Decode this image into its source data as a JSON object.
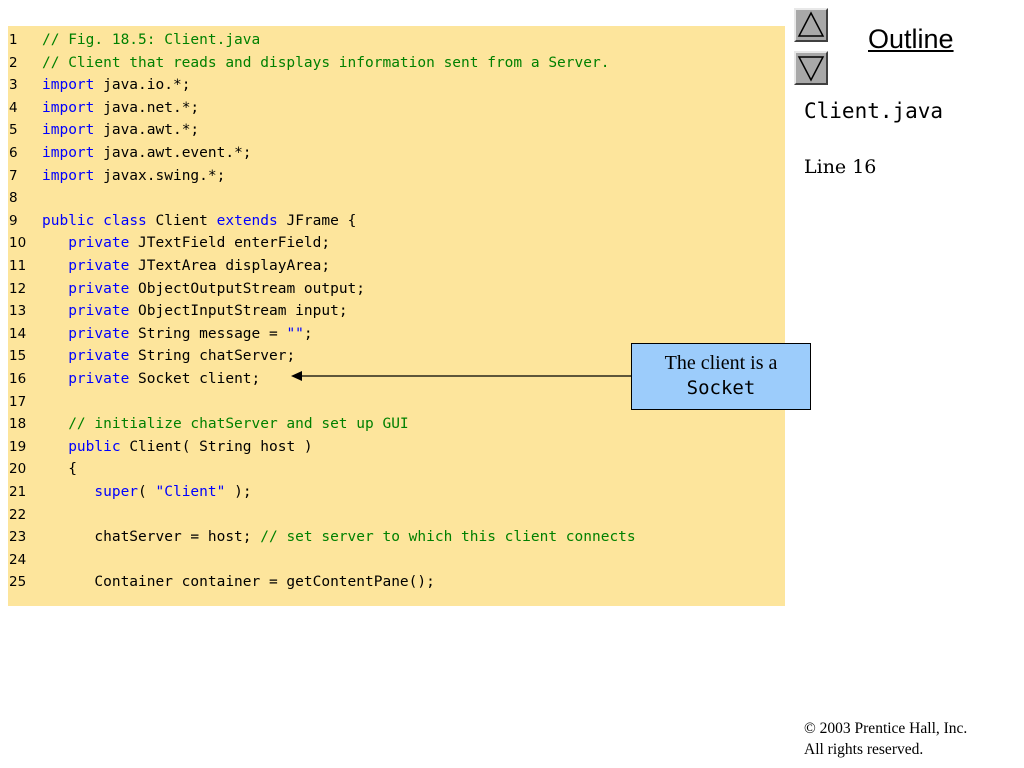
{
  "code": {
    "lines": [
      {
        "num": "1",
        "tokens": [
          {
            "t": "// Fig. 18.5: Client.java",
            "c": "cm"
          }
        ]
      },
      {
        "num": "2",
        "tokens": [
          {
            "t": "// Client that reads and displays information sent from a Server.",
            "c": "cm"
          }
        ]
      },
      {
        "num": "3",
        "tokens": [
          {
            "t": "import",
            "c": "kw"
          },
          {
            "t": " java.io.*;",
            "c": "plain"
          }
        ]
      },
      {
        "num": "4",
        "tokens": [
          {
            "t": "import",
            "c": "kw"
          },
          {
            "t": " java.net.*;",
            "c": "plain"
          }
        ]
      },
      {
        "num": "5",
        "tokens": [
          {
            "t": "import",
            "c": "kw"
          },
          {
            "t": " java.awt.*;",
            "c": "plain"
          }
        ]
      },
      {
        "num": "6",
        "tokens": [
          {
            "t": "import",
            "c": "kw"
          },
          {
            "t": " java.awt.event.*;",
            "c": "plain"
          }
        ]
      },
      {
        "num": "7",
        "tokens": [
          {
            "t": "import",
            "c": "kw"
          },
          {
            "t": " javax.swing.*;",
            "c": "plain"
          }
        ]
      },
      {
        "num": "8",
        "tokens": []
      },
      {
        "num": "9",
        "tokens": [
          {
            "t": "public",
            "c": "kw"
          },
          {
            "t": " ",
            "c": "plain"
          },
          {
            "t": "class",
            "c": "kw"
          },
          {
            "t": " Client ",
            "c": "plain"
          },
          {
            "t": "extends",
            "c": "kw"
          },
          {
            "t": " JFrame {",
            "c": "plain"
          }
        ]
      },
      {
        "num": "10",
        "tokens": [
          {
            "t": "   ",
            "c": "plain"
          },
          {
            "t": "private",
            "c": "kw"
          },
          {
            "t": " JTextField enterField;",
            "c": "plain"
          }
        ]
      },
      {
        "num": "11",
        "tokens": [
          {
            "t": "   ",
            "c": "plain"
          },
          {
            "t": "private",
            "c": "kw"
          },
          {
            "t": " JTextArea displayArea;",
            "c": "plain"
          }
        ]
      },
      {
        "num": "12",
        "tokens": [
          {
            "t": "   ",
            "c": "plain"
          },
          {
            "t": "private",
            "c": "kw"
          },
          {
            "t": " ObjectOutputStream output;",
            "c": "plain"
          }
        ]
      },
      {
        "num": "13",
        "tokens": [
          {
            "t": "   ",
            "c": "plain"
          },
          {
            "t": "private",
            "c": "kw"
          },
          {
            "t": " ObjectInputStream input;",
            "c": "plain"
          }
        ]
      },
      {
        "num": "14",
        "tokens": [
          {
            "t": "   ",
            "c": "plain"
          },
          {
            "t": "private",
            "c": "kw"
          },
          {
            "t": " String message = ",
            "c": "plain"
          },
          {
            "t": "\"\"",
            "c": "str"
          },
          {
            "t": ";",
            "c": "plain"
          }
        ]
      },
      {
        "num": "15",
        "tokens": [
          {
            "t": "   ",
            "c": "plain"
          },
          {
            "t": "private",
            "c": "kw"
          },
          {
            "t": " String chatServer;",
            "c": "plain"
          }
        ]
      },
      {
        "num": "16",
        "tokens": [
          {
            "t": "   ",
            "c": "plain"
          },
          {
            "t": "private",
            "c": "kw"
          },
          {
            "t": " Socket client;",
            "c": "plain"
          }
        ]
      },
      {
        "num": "17",
        "tokens": []
      },
      {
        "num": "18",
        "tokens": [
          {
            "t": "   // initialize chatServer and set up GUI",
            "c": "cm"
          }
        ]
      },
      {
        "num": "19",
        "tokens": [
          {
            "t": "   ",
            "c": "plain"
          },
          {
            "t": "public",
            "c": "kw"
          },
          {
            "t": " Client( String host )",
            "c": "plain"
          }
        ]
      },
      {
        "num": "20",
        "tokens": [
          {
            "t": "   {",
            "c": "plain"
          }
        ]
      },
      {
        "num": "21",
        "tokens": [
          {
            "t": "      ",
            "c": "plain"
          },
          {
            "t": "super",
            "c": "kw"
          },
          {
            "t": "( ",
            "c": "plain"
          },
          {
            "t": "\"Client\"",
            "c": "str"
          },
          {
            "t": " );",
            "c": "plain"
          }
        ]
      },
      {
        "num": "22",
        "tokens": []
      },
      {
        "num": "23",
        "tokens": [
          {
            "t": "      chatServer = host; ",
            "c": "plain"
          },
          {
            "t": "// set server to which this client connects",
            "c": "cm"
          }
        ]
      },
      {
        "num": "24",
        "tokens": []
      },
      {
        "num": "25",
        "tokens": [
          {
            "t": "      Container container = getContentPane();",
            "c": "plain"
          }
        ]
      }
    ]
  },
  "sidebar": {
    "outline_title": "Outline",
    "file_name": "Client.java",
    "line_ref": "Line 16",
    "nav_up_icon": "triangle-up-icon",
    "nav_down_icon": "triangle-down-icon"
  },
  "callout": {
    "line1": "The client is a",
    "line2": "Socket"
  },
  "footer": {
    "copyright": "© 2003 Prentice Hall, Inc.",
    "rights": "All rights reserved."
  },
  "colors": {
    "code_bg": "#fde59c",
    "keyword": "#0000ff",
    "comment": "#008000",
    "string": "#0000ff",
    "callout_bg": "#9cccfb"
  }
}
